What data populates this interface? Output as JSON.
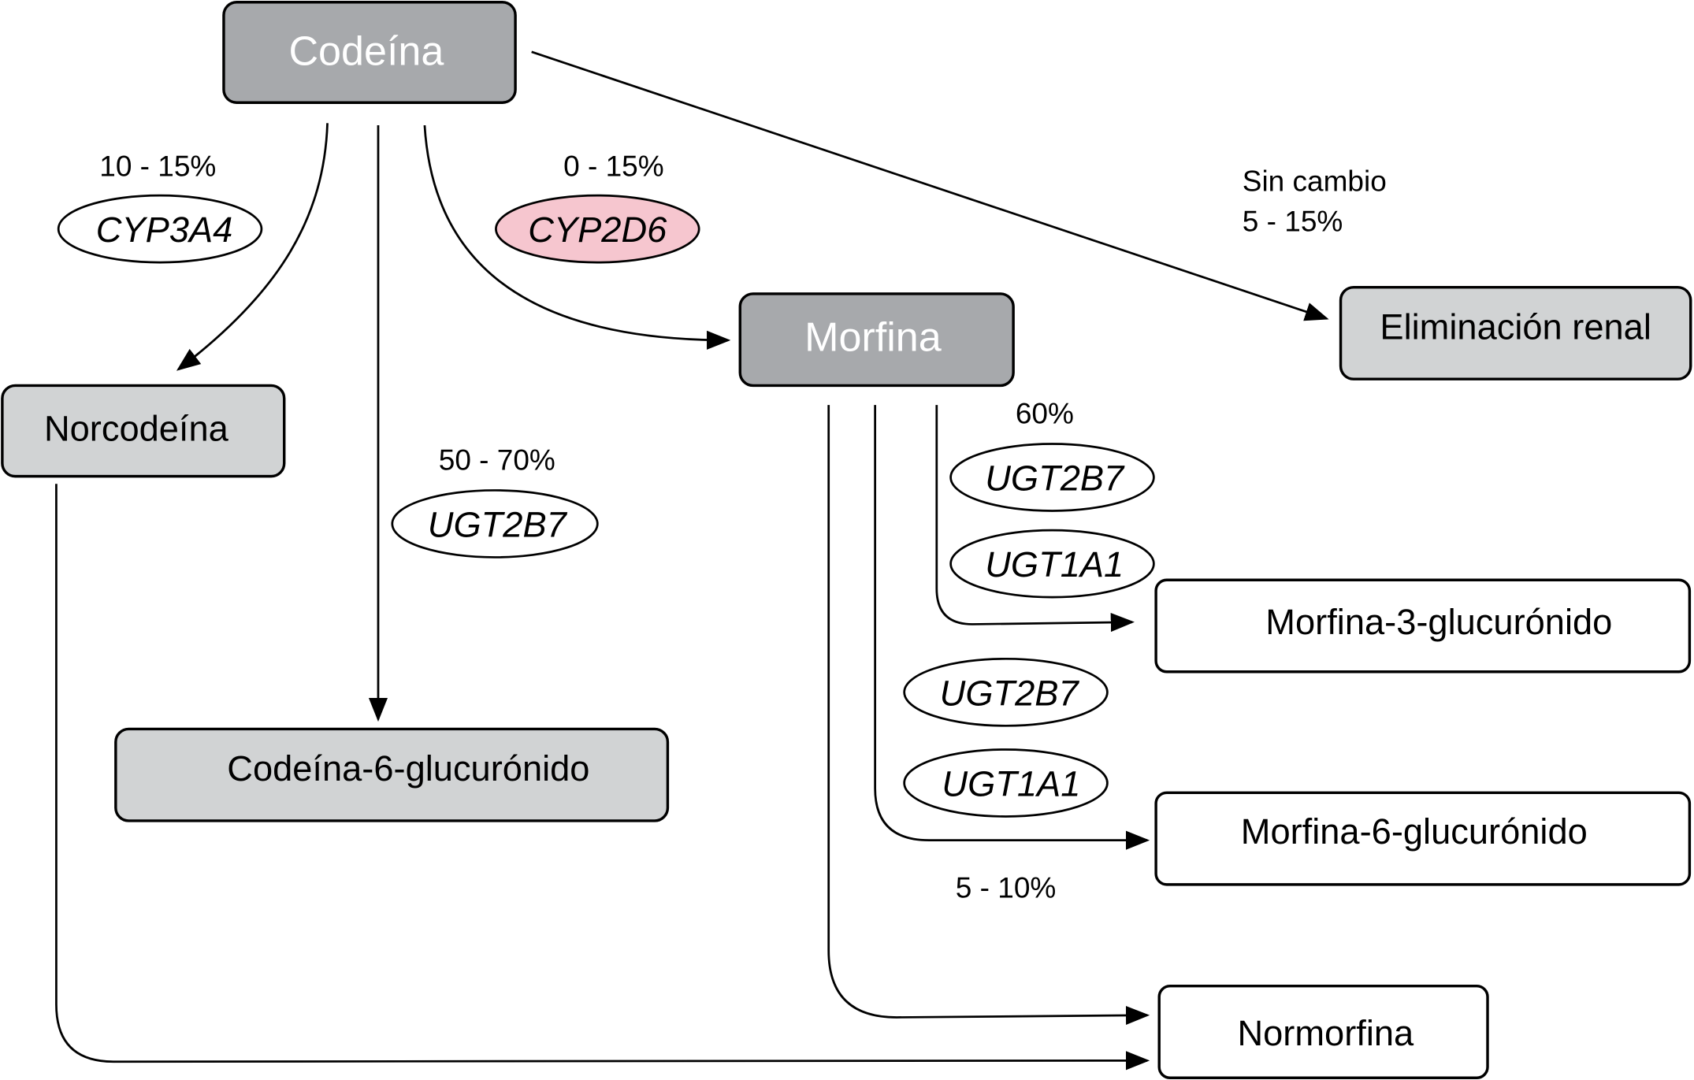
{
  "colors": {
    "primary_node": "#a7a9ac",
    "secondary_node": "#d1d3d4",
    "final_node": "#ffffff",
    "highlight_enzyme": "#f6c6cf"
  },
  "nodes": {
    "codeina": "Codeína",
    "morfina": "Morfina",
    "norcodeina": "Norcodeína",
    "codeina6g": "Codeína-6-glucurónido",
    "eliminacion": "Eliminación renal",
    "morfina3g": "Morfina-3-glucurónido",
    "morfina6g": "Morfina-6-glucurónido",
    "normorfina": "Normorfina"
  },
  "enzymes": {
    "cyp3a4": "CYP3A4",
    "cyp2d6": "CYP2D6",
    "ugt2b7_codeina": "UGT2B7",
    "ugt2b7_m3g": "UGT2B7",
    "ugt1a1_m3g": "UGT1A1",
    "ugt2b7_m6g": "UGT2B7",
    "ugt1a1_m6g": "UGT1A1"
  },
  "percentages": {
    "norcodeina": "10 - 15%",
    "morfina": "0 - 15%",
    "codeina6g": "50 - 70%",
    "sin_cambio_label": "Sin cambio",
    "eliminacion": "5 - 15%",
    "m3g": "60%",
    "m6g": "5 - 10%"
  }
}
